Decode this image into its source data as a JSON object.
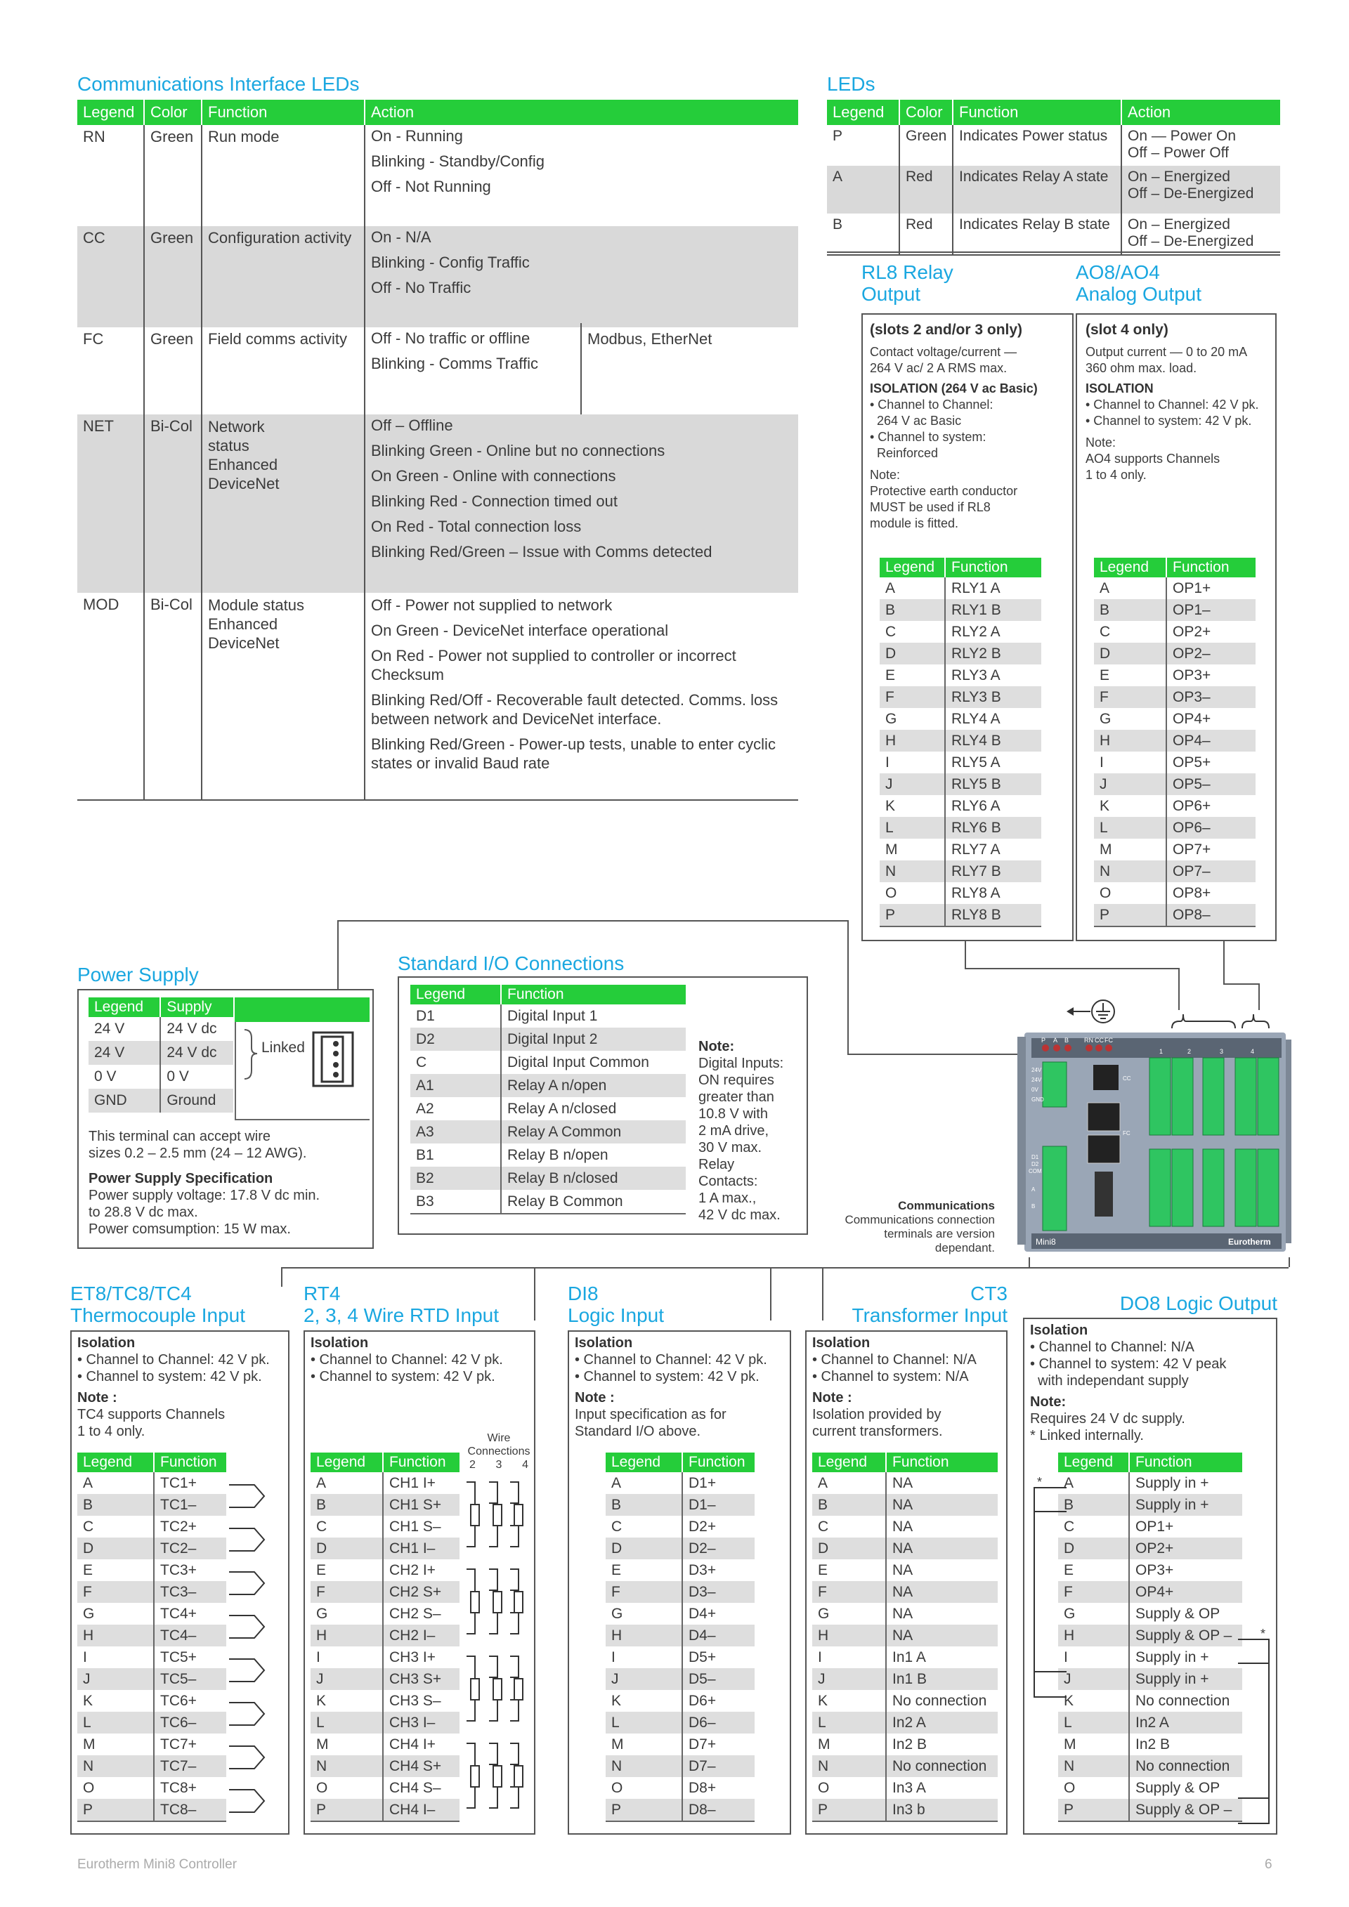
{
  "comms_leds": {
    "title": "Communications Interface LEDs",
    "headers": [
      "Legend",
      "Color",
      "Function",
      "Action"
    ],
    "rows": [
      {
        "legend": "RN",
        "color": "Green",
        "function": [
          "Run mode"
        ],
        "actions": [
          "On - Running",
          "Blinking - Standby/Config",
          "Off - Not Running"
        ],
        "extra": ""
      },
      {
        "legend": "CC",
        "color": "Green",
        "function": [
          "Configuration activity"
        ],
        "actions": [
          "On - N/A",
          "Blinking - Config Traffic",
          "Off - No Traffic"
        ],
        "extra": ""
      },
      {
        "legend": "FC",
        "color": "Green",
        "function": [
          "Field comms activity"
        ],
        "actions": [
          "Off - No traffic or offline",
          "Blinking - Comms Traffic"
        ],
        "extra": "Modbus, EtherNet"
      },
      {
        "legend": "NET",
        "color": "Bi-Col",
        "function": [
          "Network",
          "status",
          "Enhanced",
          "DeviceNet"
        ],
        "actions": [
          "Off – Offline",
          "Blinking Green - Online but no connections",
          "On Green - Online with connections",
          "Blinking Red - Connection timed out",
          "On Red - Total connection loss",
          "Blinking Red/Green – Issue with Comms detected"
        ],
        "extra": ""
      },
      {
        "legend": "MOD",
        "color": "Bi-Col",
        "function": [
          "Module status",
          "Enhanced",
          "DeviceNet"
        ],
        "actions": [
          "Off - Power not supplied to network",
          "On Green - DeviceNet interface operational",
          "On Red - Power not supplied to controller or incorrect Checksum",
          "Blinking Red/Off - Recoverable fault detected. Comms. loss between network and DeviceNet interface.",
          "Blinking Red/Green - Power-up tests, unable to enter cyclic states or invalid Baud rate"
        ],
        "extra": ""
      }
    ]
  },
  "leds": {
    "title": "LEDs",
    "headers": [
      "Legend",
      "Color",
      "Function",
      "Action"
    ],
    "rows": [
      {
        "legend": "P",
        "color": "Green",
        "function": "Indicates Power status",
        "action1": "On — Power On",
        "action2": "Off – Power Off"
      },
      {
        "legend": "A",
        "color": "Red",
        "function": "Indicates Relay A state",
        "action1": "On – Energized",
        "action2": "Off – De-Energized"
      },
      {
        "legend": "B",
        "color": "Red",
        "function": "Indicates Relay B state",
        "action1": "On – Energized",
        "action2": "Off – De-Energized"
      }
    ]
  },
  "rl8": {
    "title1": "RL8 Relay",
    "title2": "Output",
    "slots": "(slots 2 and/or 3 only)",
    "contact1": "Contact voltage/current —",
    "contact2": "264 V ac/ 2 A RMS max.",
    "iso_title": "ISOLATION (264 V ac Basic)",
    "iso_lines": [
      "• Channel to Channel:",
      "  264 V ac Basic",
      "• Channel to system:",
      "  Reinforced"
    ],
    "note_title": "Note:",
    "note_lines": [
      "Protective earth conductor",
      "MUST be used if RL8",
      "module is fitted."
    ],
    "headers": [
      "Legend",
      "Function"
    ],
    "legends": [
      "A",
      "B",
      "C",
      "D",
      "E",
      "F",
      "G",
      "H",
      "I",
      "J",
      "K",
      "L",
      "M",
      "N",
      "O",
      "P"
    ],
    "functions": [
      "RLY1 A",
      "RLY1 B",
      "RLY2 A",
      "RLY2 B",
      "RLY3 A",
      "RLY3 B",
      "RLY4 A",
      "RLY4 B",
      "RLY5 A",
      "RLY5 B",
      "RLY6 A",
      "RLY6 B",
      "RLY7 A",
      "RLY7 B",
      "RLY8 A",
      "RLY8 B"
    ]
  },
  "ao8": {
    "title1": "AO8/AO4",
    "title2": "Analog Output",
    "slots": "(slot 4 only)",
    "out1": "Output current — 0 to 20 mA",
    "out2": "360 ohm max. load.",
    "iso_title": "ISOLATION",
    "iso_lines": [
      "• Channel to Channel: 42 V pk.",
      "• Channel to system: 42 V pk."
    ],
    "note_title": "Note:",
    "note_lines": [
      "AO4 supports Channels",
      "1 to 4 only."
    ],
    "headers": [
      "Legend",
      "Function"
    ],
    "legends": [
      "A",
      "B",
      "C",
      "D",
      "E",
      "F",
      "G",
      "H",
      "I",
      "J",
      "K",
      "L",
      "M",
      "N",
      "O",
      "P"
    ],
    "functions": [
      "OP1+",
      "OP1–",
      "OP2+",
      "OP2–",
      "OP3+",
      "OP3–",
      "OP4+",
      "OP4–",
      "OP5+",
      "OP5–",
      "OP6+",
      "OP6–",
      "OP7+",
      "OP7–",
      "OP8+",
      "OP8–"
    ]
  },
  "power": {
    "title": "Power Supply",
    "headers": [
      "Legend",
      "Supply"
    ],
    "rows": [
      [
        "24 V",
        "24 V dc"
      ],
      [
        "24 V",
        "24 V dc"
      ],
      [
        "0 V",
        "0 V"
      ],
      [
        "GND",
        "Ground"
      ]
    ],
    "linked": "Linked",
    "wire1": "This terminal can accept wire",
    "wire2": "sizes 0.2 – 2.5 mm (24 – 12 AWG).",
    "spec_title": "Power Supply Specification",
    "spec_lines": [
      "Power supply voltage: 17.8 V dc min.",
      "to 28.8 V dc max.",
      "Power comsumption: 15 W max."
    ]
  },
  "std_io": {
    "title": "Standard I/O Connections",
    "headers": [
      "Legend",
      "Function"
    ],
    "rows": [
      [
        "D1",
        "Digital Input 1"
      ],
      [
        "D2",
        "Digital Input 2"
      ],
      [
        "C",
        "Digital Input Common"
      ],
      [
        "A1",
        "Relay A n/open"
      ],
      [
        "A2",
        "Relay A n/closed"
      ],
      [
        "A3",
        "Relay A Common"
      ],
      [
        "B1",
        "Relay B n/open"
      ],
      [
        "B2",
        "Relay B n/closed"
      ],
      [
        "B3",
        "Relay B Common"
      ]
    ],
    "note_title": "Note:",
    "note_lines": [
      "Digital Inputs:",
      "ON requires",
      "greater than",
      "10.8 V with",
      "2 mA drive,",
      "30 V max.",
      "Relay",
      "Contacts:",
      "1 A max.,",
      "42 V dc max."
    ]
  },
  "device": {
    "comms_title": "Communications",
    "comms_lines": [
      "Communications connection",
      "terminals are version",
      "dependant."
    ],
    "model": "Mini8",
    "brand": "Eurotherm",
    "led_labels": [
      "P",
      "A",
      "B",
      "RN",
      "CC",
      "FC"
    ],
    "slot_nums": [
      "1",
      "2",
      "3",
      "4"
    ],
    "pwr_labels": [
      "24V",
      "24V",
      "0V",
      "GND"
    ],
    "io_labels": [
      "D1",
      "D2",
      "COM",
      "A",
      "B"
    ],
    "port_labels": [
      "CC",
      "FC"
    ]
  },
  "et8": {
    "title1": "ET8/TC8/TC4",
    "title2": "Thermocouple Input",
    "iso_title": "Isolation",
    "iso_lines": [
      "• Channel to Channel: 42 V pk.",
      "• Channel to system: 42 V pk."
    ],
    "note_title": "Note :",
    "note_lines": [
      "TC4 supports Channels",
      "1 to 4 only."
    ],
    "headers": [
      "Legend",
      "Function"
    ],
    "legends": [
      "A",
      "B",
      "C",
      "D",
      "E",
      "F",
      "G",
      "H",
      "I",
      "J",
      "K",
      "L",
      "M",
      "N",
      "O",
      "P"
    ],
    "functions": [
      "TC1+",
      "TC1–",
      "TC2+",
      "TC2–",
      "TC3+",
      "TC3–",
      "TC4+",
      "TC4–",
      "TC5+",
      "TC5–",
      "TC6+",
      "TC6–",
      "TC7+",
      "TC7–",
      "TC8+",
      "TC8–"
    ]
  },
  "rt4": {
    "title1": "RT4",
    "title2": "2, 3, 4 Wire RTD Input",
    "iso_title": "Isolation",
    "iso_lines": [
      "• Channel to Channel: 42 V pk.",
      "• Channel to system: 42 V pk."
    ],
    "wire_title1": "Wire",
    "wire_title2": "Connections",
    "wire_nums": [
      "2",
      "3",
      "4"
    ],
    "headers": [
      "Legend",
      "Function"
    ],
    "legends": [
      "A",
      "B",
      "C",
      "D",
      "E",
      "F",
      "G",
      "H",
      "I",
      "J",
      "K",
      "L",
      "M",
      "N",
      "O",
      "P"
    ],
    "functions": [
      "CH1 I+",
      "CH1 S+",
      "CH1 S–",
      "CH1 I–",
      "CH2 I+",
      "CH2 S+",
      "CH2 S–",
      "CH2 I–",
      "CH3 I+",
      "CH3 S+",
      "CH3 S–",
      "CH3 I–",
      "CH4 I+",
      "CH4 S+",
      "CH4 S–",
      "CH4 I–"
    ]
  },
  "di8": {
    "title1": "DI8",
    "title2": "Logic Input",
    "iso_title": "Isolation",
    "iso_lines": [
      "• Channel to Channel: 42 V pk.",
      "• Channel to system: 42 V pk."
    ],
    "note_title": "Note :",
    "note_lines": [
      "Input specification as for",
      "Standard I/O above."
    ],
    "headers": [
      "Legend",
      "Function"
    ],
    "legends": [
      "A",
      "B",
      "C",
      "D",
      "E",
      "F",
      "G",
      "H",
      "I",
      "J",
      "K",
      "L",
      "M",
      "N",
      "O",
      "P"
    ],
    "functions": [
      "D1+",
      "D1–",
      "D2+",
      "D2–",
      "D3+",
      "D3–",
      "D4+",
      "D4–",
      "D5+",
      "D5–",
      "D6+",
      "D6–",
      "D7+",
      "D7–",
      "D8+",
      "D8–"
    ]
  },
  "ct3": {
    "title1": "CT3",
    "title2": "Transformer Input",
    "iso_title": "Isolation",
    "iso_lines": [
      "• Channel to Channel: N/A",
      "• Channel to system: N/A"
    ],
    "note_title": "Note :",
    "note_lines": [
      "Isolation provided by",
      "current transformers."
    ],
    "headers": [
      "Legend",
      "Function"
    ],
    "legends": [
      "A",
      "B",
      "C",
      "D",
      "E",
      "F",
      "G",
      "H",
      "I",
      "J",
      "K",
      "L",
      "M",
      "N",
      "O",
      "P"
    ],
    "functions": [
      "NA",
      "NA",
      "NA",
      "NA",
      "NA",
      "NA",
      "NA",
      "NA",
      "In1 A",
      "In1 B",
      "No connection",
      "In2 A",
      "In2 B",
      "No connection",
      "In3 A",
      "In3 b"
    ]
  },
  "do8": {
    "title": "DO8 Logic Output",
    "iso_title": "Isolation",
    "iso_lines": [
      "• Channel to Channel: N/A",
      "• Channel to system: 42 V peak",
      "  with independant supply"
    ],
    "note_title": "Note:",
    "note_lines": [
      "Requires 24 V dc supply.",
      "* Linked internally."
    ],
    "star": "*",
    "headers": [
      "Legend",
      "Function"
    ],
    "legends": [
      "A",
      "B",
      "C",
      "D",
      "E",
      "F",
      "G",
      "H",
      "I",
      "J",
      "K",
      "L",
      "M",
      "N",
      "O",
      "P"
    ],
    "functions": [
      "Supply in +",
      "Supply in +",
      "OP1+",
      "OP2+",
      "OP3+",
      "OP4+",
      "Supply & OP",
      "Supply & OP –",
      "Supply in +",
      "Supply in +",
      "No connection",
      "In2 A",
      "In2 B",
      "No connection",
      "Supply & OP",
      "Supply & OP –"
    ]
  },
  "footer": {
    "left": "Eurotherm Mini8 Controller",
    "page": "6"
  },
  "colors": {
    "accent_blue": "#1aa7e0",
    "header_green": "#25cd3a",
    "row_gray": "#d9d9d9",
    "terminal_green": "#2fc561"
  }
}
